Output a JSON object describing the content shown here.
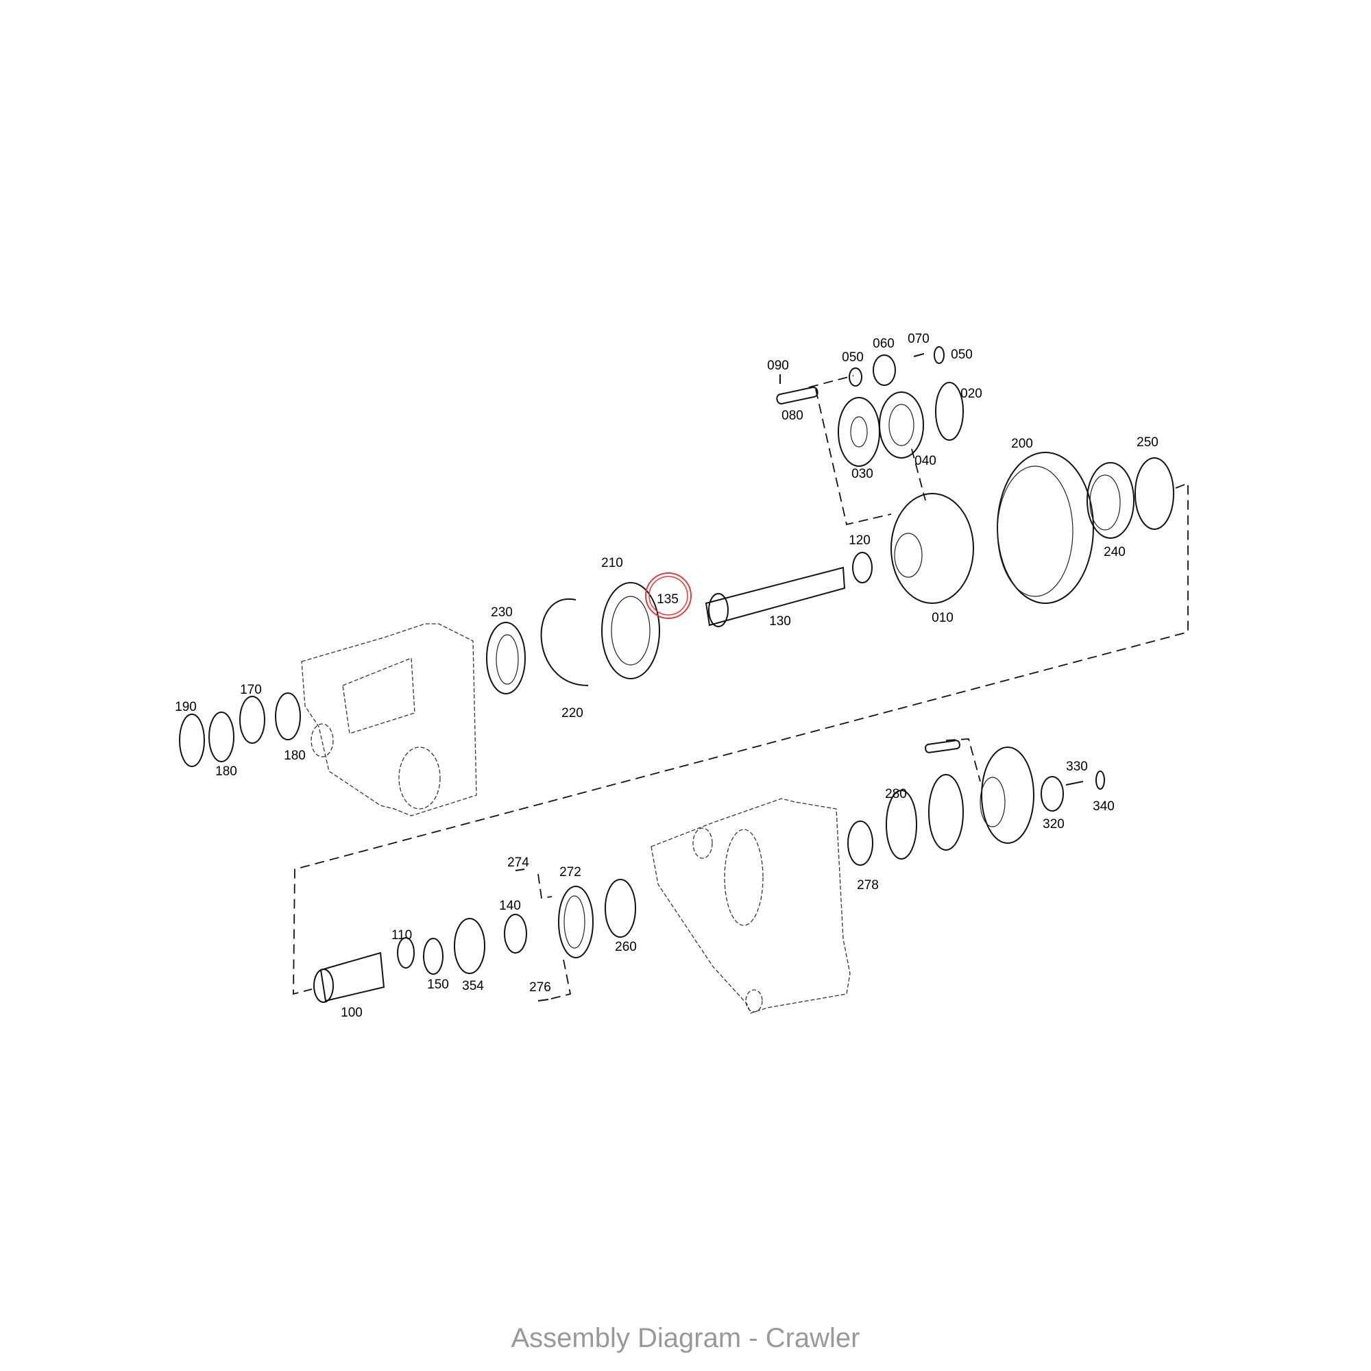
{
  "diagram": {
    "caption": "Assembly Diagram - Crawler",
    "highlight_color": "#e53935",
    "highlighted_part": "135",
    "labels": [
      {
        "id": "090",
        "text": "090"
      },
      {
        "id": "080",
        "text": "080"
      },
      {
        "id": "050a",
        "text": "050"
      },
      {
        "id": "060",
        "text": "060"
      },
      {
        "id": "070",
        "text": "070"
      },
      {
        "id": "050b",
        "text": "050"
      },
      {
        "id": "020",
        "text": "020"
      },
      {
        "id": "030",
        "text": "030"
      },
      {
        "id": "040",
        "text": "040"
      },
      {
        "id": "200",
        "text": "200"
      },
      {
        "id": "250",
        "text": "250"
      },
      {
        "id": "240",
        "text": "240"
      },
      {
        "id": "120",
        "text": "120"
      },
      {
        "id": "010",
        "text": "010"
      },
      {
        "id": "130",
        "text": "130"
      },
      {
        "id": "135",
        "text": "135"
      },
      {
        "id": "210",
        "text": "210"
      },
      {
        "id": "230",
        "text": "230"
      },
      {
        "id": "220",
        "text": "220"
      },
      {
        "id": "170",
        "text": "170"
      },
      {
        "id": "190",
        "text": "190"
      },
      {
        "id": "180a",
        "text": "180"
      },
      {
        "id": "180b",
        "text": "180"
      },
      {
        "id": "280",
        "text": "280"
      },
      {
        "id": "330",
        "text": "330"
      },
      {
        "id": "340",
        "text": "340"
      },
      {
        "id": "320",
        "text": "320"
      },
      {
        "id": "278",
        "text": "278"
      },
      {
        "id": "274",
        "text": "274"
      },
      {
        "id": "272",
        "text": "272"
      },
      {
        "id": "140",
        "text": "140"
      },
      {
        "id": "260",
        "text": "260"
      },
      {
        "id": "110",
        "text": "110"
      },
      {
        "id": "150",
        "text": "150"
      },
      {
        "id": "354",
        "text": "354"
      },
      {
        "id": "276",
        "text": "276"
      },
      {
        "id": "100",
        "text": "100"
      }
    ]
  }
}
